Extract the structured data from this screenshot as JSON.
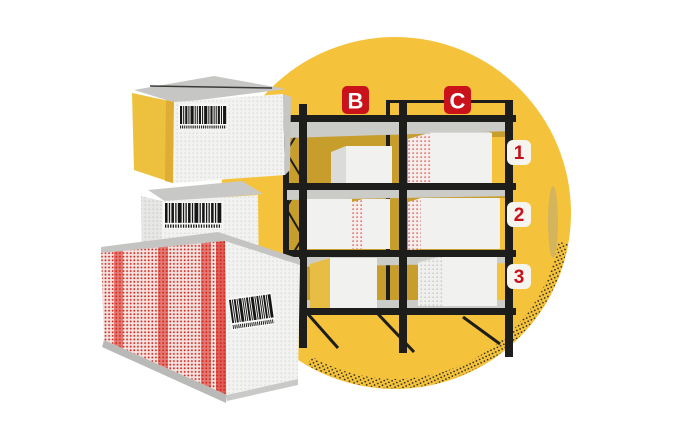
{
  "illustration": {
    "rack": {
      "section_labels": {
        "b": "B",
        "c": "C"
      },
      "level_labels": {
        "l1": "1",
        "l2": "2",
        "l3": "3"
      }
    },
    "icons": {
      "barcode": "barcode-icon",
      "halftone_edge": "halftone-dots-icon"
    },
    "colors": {
      "circle_yellow": "#F5C33B",
      "shade_olive": "#C79D2C",
      "badge_red": "#C9121A",
      "badge_white": "#F5F4EF",
      "text_white": "#FFFFFF",
      "text_red": "#C8101C",
      "frame_black": "#1D1D1B",
      "box_white": "#F1F1EF",
      "box_red_dots": "#D6251C",
      "box_yellow_face": "#EDC13E",
      "shelf_gray": "#CBCBC7"
    }
  }
}
